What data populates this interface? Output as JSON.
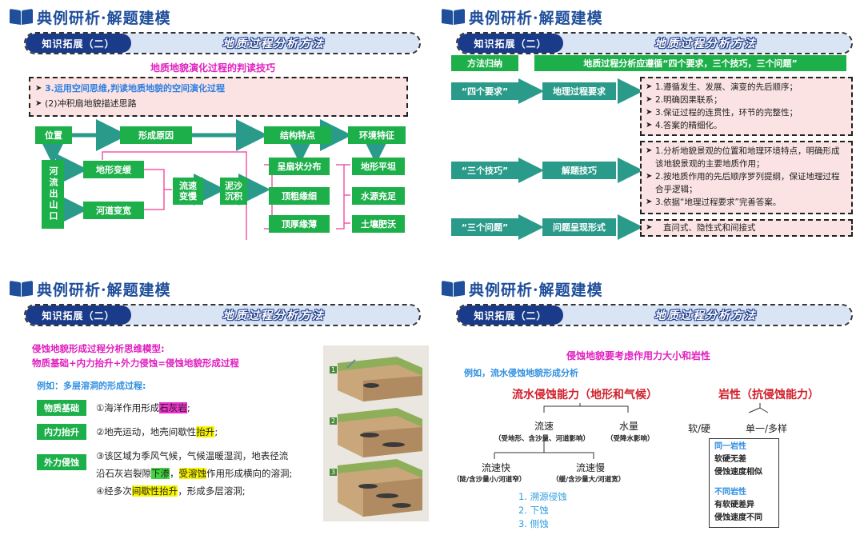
{
  "common": {
    "header_title": "典例研析·解题建模",
    "pill_label": "知识拓展（二）",
    "bar_title": "地质过程分析方法"
  },
  "p1": {
    "subtitle": "地质地貌演化过程的判读技巧",
    "point1": "3.运用空间思维,判读地质地貌的空间演化过程",
    "point2": "(2)冲积扇地貌描述思路",
    "boxes": {
      "location": "位置",
      "formation": "形成原因",
      "structure": "结构特点",
      "environment": "环境特征",
      "river_mouth": "河流出山口",
      "terrain_change": "地形变缓",
      "channel_widen": "河道变宽",
      "flow_slow": "流速变慢",
      "deposit": "泥沙沉积",
      "fan": "呈扇状分布",
      "top_coarse": "顶粗缘细",
      "top_thick": "顶厚缘薄",
      "flat": "地形平坦",
      "water": "水源充足",
      "soil": "土壤肥沃"
    }
  },
  "p2": {
    "method_label": "方法归纳",
    "method_text": "地质过程分析应遵循“四个要求，三个技巧，三个问题”",
    "rows": [
      {
        "left": "“四个要求”",
        "mid": "地理过程要求",
        "items": [
          "1.遵循发生、发展、演变的先后顺序；",
          "2.明确因果联系；",
          "3.保证过程的连贯性，环节的完整性；",
          "4.答案的精细化。"
        ]
      },
      {
        "left": "“三个技巧”",
        "mid": "解题技巧",
        "items": [
          "1.分析地貌景观的位置和地理环境特点，明确形成该地貌景观的主要地质作用；",
          "2.按地质作用的先后顺序罗列提纲，保证地理过程合乎逻辑；",
          "3.依据“地理过程要求”完善答案。"
        ]
      },
      {
        "left": "“三个问题”",
        "mid": "问题呈现形式",
        "items": [
          "直问式、隐性式和间接式"
        ]
      }
    ]
  },
  "p3": {
    "heading1": "侵蚀地貌形成过程分析思维模型:",
    "heading2": "物质基础+内力抬升+外力侵蚀=侵蚀地貌形成过程",
    "example": "例如：多层溶洞的形成过程:",
    "tags": [
      "物质基础",
      "内力抬升",
      "外力侵蚀"
    ],
    "line1": {
      "a": "①海洋作用形成",
      "hl": "石灰岩",
      "b": ";"
    },
    "line2": {
      "a": "②地壳运动，地壳间歇性",
      "hl": "抬升",
      "b": ";"
    },
    "line3a": "③该区域为季风气候，气候温暖湿润，地表径流",
    "line3b": {
      "a": "沿石灰岩裂隙",
      "hl1": "下渗",
      "mid": "，",
      "hl2": "受溶蚀",
      "b": "作用形成横向的溶洞;"
    },
    "line4": {
      "a": "④经多次",
      "hl": "间歇性抬升",
      "b": "，形成多层溶洞;"
    },
    "figure_nums": [
      "1",
      "2",
      "3"
    ]
  },
  "p4": {
    "subtitle": "侵蚀地貌要考虑作用力大小和岩性",
    "example": "例如，流水侵蚀地貌形成分析",
    "left_title": "流水侵蚀能力（地形和气候）",
    "right_title": "岩性（抗侵蚀能力）",
    "speed": "流速",
    "speed_note": "（受地形、含沙量、河道影响）",
    "volume": "水量",
    "volume_note": "（受降水影响）",
    "fast": "流速快",
    "fast_note": "（陡/含沙量小/河道窄）",
    "slow": "流速慢",
    "slow_note": "（缓/含沙量大/河道宽）",
    "erosion": [
      "1. 溯源侵蚀",
      "2. 下蚀",
      "3. 侧蚀"
    ],
    "soft_hard": "软/硬",
    "single_multi": "单一/多样",
    "same_rock_title": "同一岩性",
    "same_rock_l1": "软硬无差",
    "same_rock_l2": "侵蚀速度相似",
    "diff_rock_title": "不同岩性",
    "diff_rock_l1": "有软硬差异",
    "diff_rock_l2": "侵蚀速度不同"
  }
}
